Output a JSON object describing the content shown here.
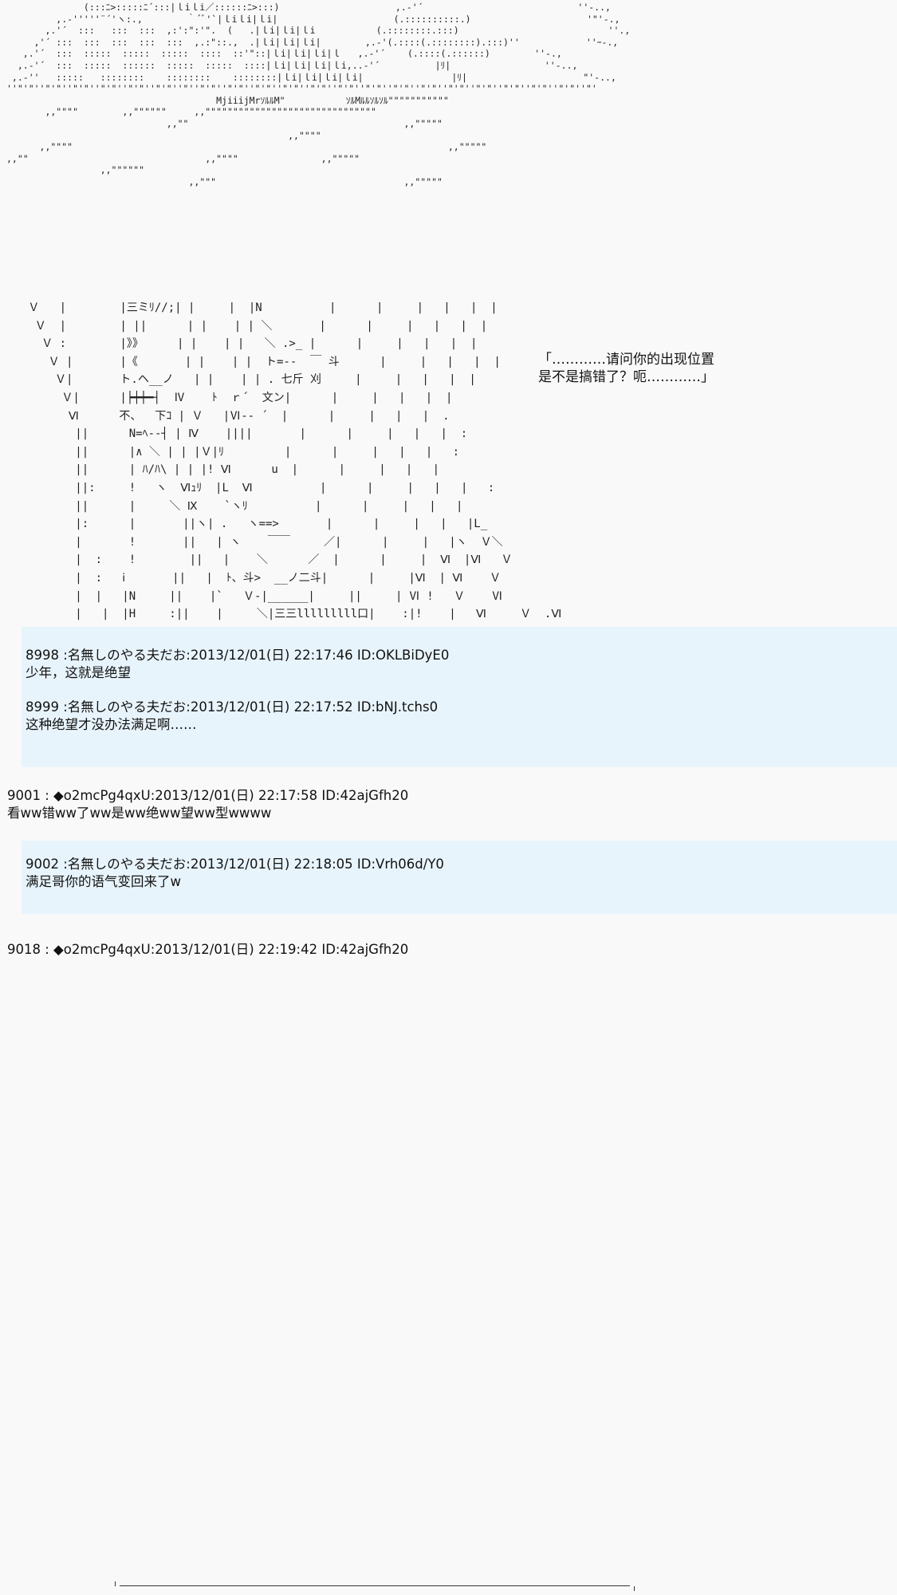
{
  "art_top": "              (:::ﾆ>:::::ﾆ´:::|ｌiｌi／::::::ﾆ>:::)                     ,.-'´                            ''-..,  \n         ,.-'''''¨´'ヽ:.,        ｀´ﾞ'`|ｌiｌi|ｌi|                     (.::::::::::.)                     '\"'-.,  \n       ,.'´  :::   :::  :::  ,:':\":'\".  (   .|ｌi|ｌi|ｌi           (.::::::::.:::)                           ''.,  \n     ,'´ :::  :::  :::  :::  :::  ,.:\"::.,  .|ｌi|ｌi|ｌi|        ,.-'(.::::(.::::::::).:::)''            ''ｰ-.,  \n   ,.'´  :::  :::::  :::::  :::::  ::::  ::'\"::|ｌi|ｌi|ｌi|ｌ   ,.-'´    (.::::(.::::::)        ''-.,  \n  ,.-'´  :::  :::::  ::::::  :::::  :::::  ::::|ｌi|ｌi|ｌi|ｌi,..-'´          |ﾘ|                 ''-..,  \n ,.-''   :::::   ::::::::    ::::::::    ::::::::|ｌi|ｌi|ｌi|ｌi|                |ﾘ|                     \"'-..,\n''\"'\"''\"'\"''\"'\"''\"'\"''\"'\"''\"'\"''\"''\"'\"''\"'\"''\"'\"''\"'\"''\"'\"''\"'\"''\"'\"''\"'\"''\"'\"''\"'\"''\"'\"''\"'\"''\"'\"''\"'\"''\"'\n                                      MjiiijMrｿﾙﾙM\"           ｿﾙMﾙﾙｿﾙｿﾙ\"\"\"\"\"\"\"\"\"\"\"\n       ,,\"\"\"\"        ,,\"\"\"\"\"\"     ,,\"\"\"\"\"\"\"\"\"\"\"\"\"\"\"\"\"\"\"\"\"\"\"\"\"\"\"\"\"\"\"\n                             ,,\"\"                                       ,,\"\"\"\"\"\n                                                   ,,\"\"\"\"\n      ,,\"\"\"\"                                                                    ,,\"\"\"\"\"\n,,\"\"                                ,,\"\"\"\"               ,,\"\"\"\"\"\n                 ,,\"\"\"\"\"\"\n                                 ,,\"\"\"                                  ,,\"\"\"\"\"",
  "art_scene": "   Ｖ   |        |三ミﾘ//;| |     |  |N          |      |     |   |   |  |\n    Ｖ  |        | ||      | |    | | ＼       |      |     |   |   |  |\n     Ｖ :        |》》     | |    | |   ＼ .>_ |      |     |   |   |  |\n      Ｖ |       |《       | |    | |  ト=-‐  ￣ 斗      |     |   |   |  |\n       Ｖ|       ト.ヘ__ノ   | |    | | . 七斤 刈     |     |   |   |  |\n        Ｖ|      |┝┿┿━┤  Ⅳ    ﾄ  ｒ´  文ン|      |     |   |   |  |\n         Ⅵ      不、  下ｺ | Ｖ   |Ⅵ-‐ ´  |      |     |   |   |  .\n          ||      N=ﾍ-‐┤ | Ⅳ    ||||       |      |     |   |   |  :\n          ||      |∧ ＼ | | |Ｖ|ﾘ         |      |     |   |   |   :\n          ||      | ﾊ/ﾊ\\ | | |! Ⅵ      u  |      |     |   |   |    \n          ||:     !   ヽ  Ⅵｭﾘ  |L  Ⅵ          |      |     |   |   |   :\n          ||      |     ＼ Ⅸ    `ヽﾘ          |      |     |   |   |  \n          |:      |       ||ヽ| .   ヽ==>       |      |     |   |   |L_\n          |       !       ||   | ヽ    ￣￣     ／|      |     |   |ヽ  Ｖ＼\n          |  :    !        ||   |    ＼      ／  |      |     |  Ⅵ  |Ⅵ   Ｖ\n          |  :   ⅰ       ||   |  ﾄ、斗>  __ノ二斗|      |     |Ⅵ  | Ⅵ    Ｖ\n          |  |   |N     ||    |`   Ｖ-|______|     ||     | Ⅵ !   Ｖ    Ⅵ\n          |   |  |H     :||    |     ＼|三三lllllllll口|    :|!    |   Ⅵ     Ｖ  .Ⅵ",
  "speech": "「…………请问你的出现位置\n是不是搞错了？呃…………」",
  "posts": [
    {
      "header": "8998 :名無しのやる夫だお:2013/12/01(日) 22:17:46 ID:OKLBiDyE0",
      "body": "少年，这就是绝望"
    },
    {
      "header": "8999 :名無しのやる夫だお:2013/12/01(日) 22:17:52 ID:bNJ.tchs0",
      "body": "这种绝望才没办法满足啊……"
    },
    {
      "header": "9001 : ◆o2mcPg4qxU:2013/12/01(日) 22:17:58 ID:42ajGfh20",
      "body": "看ww错ww了ww是ww绝ww望ww型wwww"
    },
    {
      "header": "9002 :名無しのやる夫だお:2013/12/01(日) 22:18:05 ID:Vrh06d/Y0",
      "body": "满足哥你的语气变回来了w"
    },
    {
      "header": "9018 : ◆o2mcPg4qxU:2013/12/01(日) 22:19:42 ID:42ajGfh20"
    }
  ]
}
